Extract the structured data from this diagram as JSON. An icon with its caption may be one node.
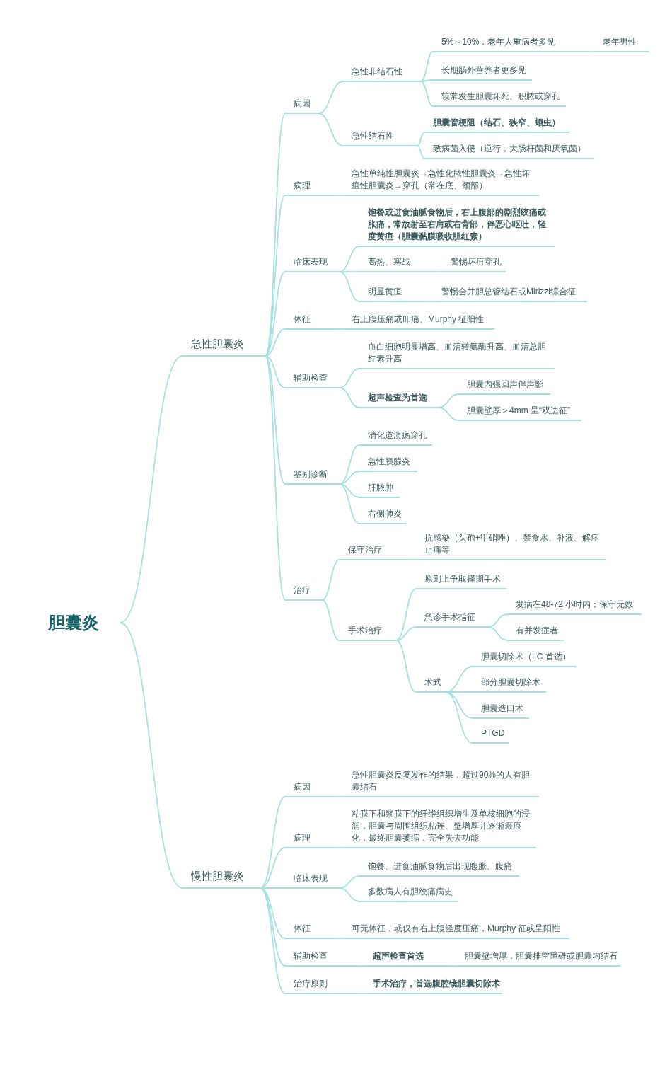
{
  "diagram": {
    "nodes": [
      {
        "text": [
          "胆囊炎"
        ]
      },
      {
        "text": [
          "急性胆囊炎"
        ]
      },
      {
        "text": [
          "病因"
        ]
      },
      {
        "text": [
          "急性非结石性"
        ]
      },
      {
        "text": [
          "5%～10%，老年人重病者多见"
        ]
      },
      {
        "text": [
          "老年男性"
        ]
      },
      {
        "text": [
          "长期肠外营养者更多见"
        ]
      },
      {
        "text": [
          "较常发生胆囊坏死、积脓或穿孔"
        ]
      },
      {
        "text": [
          "急性结石性"
        ]
      },
      {
        "text": [
          "胆囊管梗阻（结石、狭窄、蛔虫）"
        ]
      },
      {
        "text": [
          "致病菌入侵（逆行，大肠杆菌和厌氧菌）"
        ]
      },
      {
        "text": [
          "病理"
        ]
      },
      {
        "text": [
          "急性单纯性胆囊炎→急性化脓性胆囊炎→急性坏疽性胆囊炎→穿孔（常在底、颈部）"
        ]
      },
      {
        "text": [
          "临床表现"
        ]
      },
      {
        "text": [
          "饱餐或进食油腻食物后，右上腹部的剧烈绞痛或胀痛，常放射至右肩或右背部，伴恶心呕吐，轻度黄疸（胆囊黏膜吸收胆红素）"
        ]
      },
      {
        "text": [
          "高热、寒战"
        ]
      },
      {
        "text": [
          "警惕坏疽穿孔"
        ]
      },
      {
        "text": [
          "明显黄疸"
        ]
      },
      {
        "text": [
          "警惕合并胆总管结石或Mirizzi综合征"
        ]
      },
      {
        "text": [
          "体征"
        ]
      },
      {
        "text": [
          "右上腹压痛或叩痛、Murphy 征阳性"
        ]
      },
      {
        "text": [
          "辅助检查"
        ]
      },
      {
        "text": [
          "血白细胞明显增高、血清转氨酶升高、血清总胆红素升高"
        ]
      },
      {
        "text": [
          "超声检查为首选"
        ]
      },
      {
        "text": [
          "胆囊内强回声伴声影"
        ]
      },
      {
        "text": [
          "胆囊壁厚＞4mm 呈“双边征”"
        ]
      },
      {
        "text": [
          "鉴别诊断"
        ]
      },
      {
        "text": [
          "消化道溃疡穿孔"
        ]
      },
      {
        "text": [
          "急性胰腺炎"
        ]
      },
      {
        "text": [
          "肝脓肿"
        ]
      },
      {
        "text": [
          "右侧肺炎"
        ]
      },
      {
        "text": [
          "治疗"
        ]
      },
      {
        "text": [
          "保守治疗"
        ]
      },
      {
        "text": [
          "抗感染（头孢+甲硝唑）、禁食水、补液、解痉止痛等"
        ]
      },
      {
        "text": [
          "手术治疗"
        ]
      },
      {
        "text": [
          "原则上争取择期手术"
        ]
      },
      {
        "text": [
          "急诊手术指征"
        ]
      },
      {
        "text": [
          "发病在48-72 小时内；保守无效"
        ]
      },
      {
        "text": [
          "有并发症者"
        ]
      },
      {
        "text": [
          "术式"
        ]
      },
      {
        "text": [
          "胆囊切除术（LC 首选）"
        ]
      },
      {
        "text": [
          "部分胆囊切除术"
        ]
      },
      {
        "text": [
          "胆囊造口术"
        ]
      },
      {
        "text": [
          "PTGD"
        ]
      },
      {
        "text": [
          "慢性胆囊炎"
        ]
      },
      {
        "text": [
          "病因"
        ]
      },
      {
        "text": [
          "急性胆囊炎反复发作的结果，超过90%的人有胆囊结石"
        ]
      },
      {
        "text": [
          "病理"
        ]
      },
      {
        "text": [
          "粘膜下和浆膜下的纤维组织增生及单核细胞的浸润，胆囊与周围组织粘连、壁增厚并逐渐瘢痕化，最终胆囊萎缩，完全失去功能"
        ]
      },
      {
        "text": [
          "临床表现"
        ]
      },
      {
        "text": [
          "饱餐、进食油腻食物后出现腹胀、腹痛"
        ]
      },
      {
        "text": [
          "多数病人有胆绞痛病史"
        ]
      },
      {
        "text": [
          "体征"
        ]
      },
      {
        "text": [
          "可无体征，或仅有右上腹轻度压痛，Murphy 征或呈阳性"
        ]
      },
      {
        "text": [
          "辅助检查"
        ]
      },
      {
        "text": [
          "超声检查首选"
        ]
      },
      {
        "text": [
          "胆囊壁增厚，胆囊排空障碍或胆囊内结石"
        ]
      },
      {
        "text": [
          "治疗原则"
        ]
      },
      {
        "text": [
          "手术治疗，首选腹腔镜胆囊切除术"
        ]
      }
    ],
    "edges": [
      {
        "from": 0,
        "to": 1,
        "arrow": "none"
      },
      {
        "from": 0,
        "to": 44,
        "arrow": "none"
      },
      {
        "from": 1,
        "to": 2,
        "arrow": "none"
      },
      {
        "from": 1,
        "to": 11,
        "arrow": "none"
      },
      {
        "from": 1,
        "to": 13,
        "arrow": "none"
      },
      {
        "from": 1,
        "to": 19,
        "arrow": "none"
      },
      {
        "from": 1,
        "to": 21,
        "arrow": "none"
      },
      {
        "from": 1,
        "to": 26,
        "arrow": "none"
      },
      {
        "from": 1,
        "to": 31,
        "arrow": "none"
      },
      {
        "from": 2,
        "to": 3,
        "arrow": "none"
      },
      {
        "from": 2,
        "to": 8,
        "arrow": "none"
      },
      {
        "from": 3,
        "to": 4,
        "arrow": "none"
      },
      {
        "from": 3,
        "to": 6,
        "arrow": "none"
      },
      {
        "from": 3,
        "to": 7,
        "arrow": "none"
      },
      {
        "from": 4,
        "to": 5,
        "arrow": "none"
      },
      {
        "from": 8,
        "to": 9,
        "arrow": "none"
      },
      {
        "from": 8,
        "to": 10,
        "arrow": "none"
      },
      {
        "from": 11,
        "to": 12,
        "arrow": "none"
      },
      {
        "from": 13,
        "to": 14,
        "arrow": "none"
      },
      {
        "from": 13,
        "to": 15,
        "arrow": "none"
      },
      {
        "from": 13,
        "to": 17,
        "arrow": "none"
      },
      {
        "from": 15,
        "to": 16,
        "arrow": "none"
      },
      {
        "from": 17,
        "to": 18,
        "arrow": "none"
      },
      {
        "from": 19,
        "to": 20,
        "arrow": "none"
      },
      {
        "from": 21,
        "to": 22,
        "arrow": "none"
      },
      {
        "from": 21,
        "to": 23,
        "arrow": "none"
      },
      {
        "from": 23,
        "to": 24,
        "arrow": "none"
      },
      {
        "from": 23,
        "to": 25,
        "arrow": "none"
      },
      {
        "from": 26,
        "to": 27,
        "arrow": "none"
      },
      {
        "from": 26,
        "to": 28,
        "arrow": "none"
      },
      {
        "from": 26,
        "to": 29,
        "arrow": "none"
      },
      {
        "from": 26,
        "to": 30,
        "arrow": "none"
      },
      {
        "from": 31,
        "to": 32,
        "arrow": "none"
      },
      {
        "from": 31,
        "to": 34,
        "arrow": "none"
      },
      {
        "from": 32,
        "to": 33,
        "arrow": "none"
      },
      {
        "from": 34,
        "to": 35,
        "arrow": "none"
      },
      {
        "from": 34,
        "to": 36,
        "arrow": "none"
      },
      {
        "from": 34,
        "to": 39,
        "arrow": "none"
      },
      {
        "from": 36,
        "to": 37,
        "arrow": "none"
      },
      {
        "from": 36,
        "to": 38,
        "arrow": "none"
      },
      {
        "from": 39,
        "to": 40,
        "arrow": "none"
      },
      {
        "from": 39,
        "to": 41,
        "arrow": "none"
      },
      {
        "from": 39,
        "to": 42,
        "arrow": "none"
      },
      {
        "from": 39,
        "to": 43,
        "arrow": "none"
      },
      {
        "from": 44,
        "to": 45,
        "arrow": "none"
      },
      {
        "from": 44,
        "to": 47,
        "arrow": "none"
      },
      {
        "from": 44,
        "to": 49,
        "arrow": "none"
      },
      {
        "from": 44,
        "to": 52,
        "arrow": "none"
      },
      {
        "from": 44,
        "to": 54,
        "arrow": "none"
      },
      {
        "from": 44,
        "to": 57,
        "arrow": "none"
      },
      {
        "from": 45,
        "to": 46,
        "arrow": "none"
      },
      {
        "from": 47,
        "to": 48,
        "arrow": "none"
      },
      {
        "from": 49,
        "to": 50,
        "arrow": "none"
      },
      {
        "from": 49,
        "to": 51,
        "arrow": "none"
      },
      {
        "from": 52,
        "to": 53,
        "arrow": "none"
      },
      {
        "from": 54,
        "to": 55,
        "arrow": "none"
      },
      {
        "from": 55,
        "to": 56,
        "arrow": "none"
      },
      {
        "from": 57,
        "to": 58,
        "arrow": "none"
      }
    ]
  }
}
